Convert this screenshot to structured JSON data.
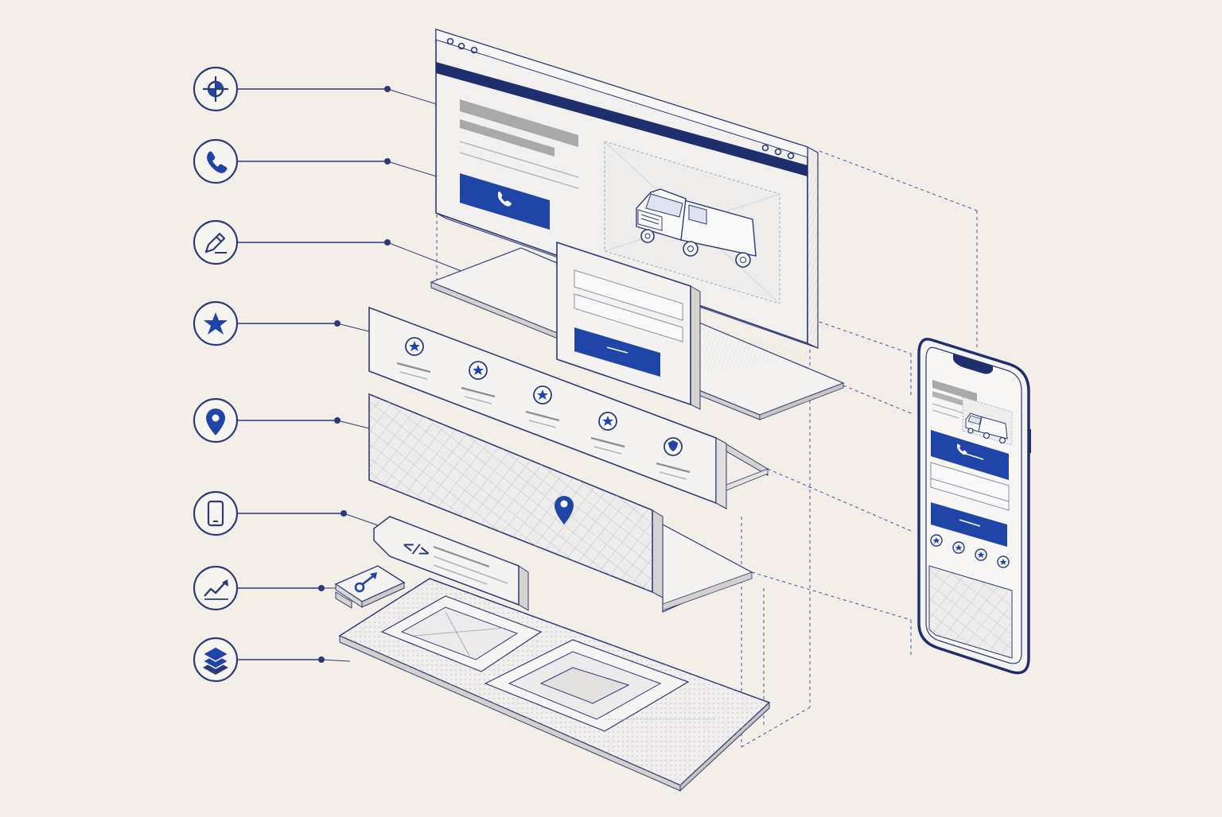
{
  "colors": {
    "background": "#f3efe8",
    "ink": "#2c3a78",
    "accent": "#1f45a8",
    "grey_block": "#a9a9ab",
    "panel_fill": "#f1f0ef",
    "panel_side": "#dedbd8"
  },
  "feature_icons": [
    {
      "name": "crosshair-icon"
    },
    {
      "name": "phone-icon"
    },
    {
      "name": "pencil-icon"
    },
    {
      "name": "star-icon"
    },
    {
      "name": "map-pin-icon"
    },
    {
      "name": "smartphone-icon"
    },
    {
      "name": "trend-chart-icon"
    },
    {
      "name": "layers-icon"
    }
  ],
  "layers": [
    {
      "name": "browser-hero-panel",
      "contents": [
        "headline-placeholder",
        "call-button",
        "van-illustration"
      ]
    },
    {
      "name": "quote-form-panel",
      "contents": [
        "input-field",
        "input-field",
        "submit-button"
      ]
    },
    {
      "name": "reviews-strip-panel",
      "contents": [
        "badge",
        "badge",
        "badge",
        "badge",
        "badge"
      ]
    },
    {
      "name": "service-area-map-panel",
      "contents": [
        "map-grid",
        "location-pin"
      ]
    },
    {
      "name": "code-snippet-tag",
      "contents": [
        "code-icon"
      ]
    },
    {
      "name": "analytics-chip",
      "contents": [
        "tracking-icon"
      ]
    },
    {
      "name": "foundation-base-plate",
      "contents": [
        "grid-pattern"
      ]
    }
  ],
  "mobile_preview": {
    "name": "mobile-phone-preview",
    "sections": [
      "headline",
      "van-image",
      "call-button",
      "form-field",
      "submit-button",
      "badges",
      "map"
    ]
  }
}
